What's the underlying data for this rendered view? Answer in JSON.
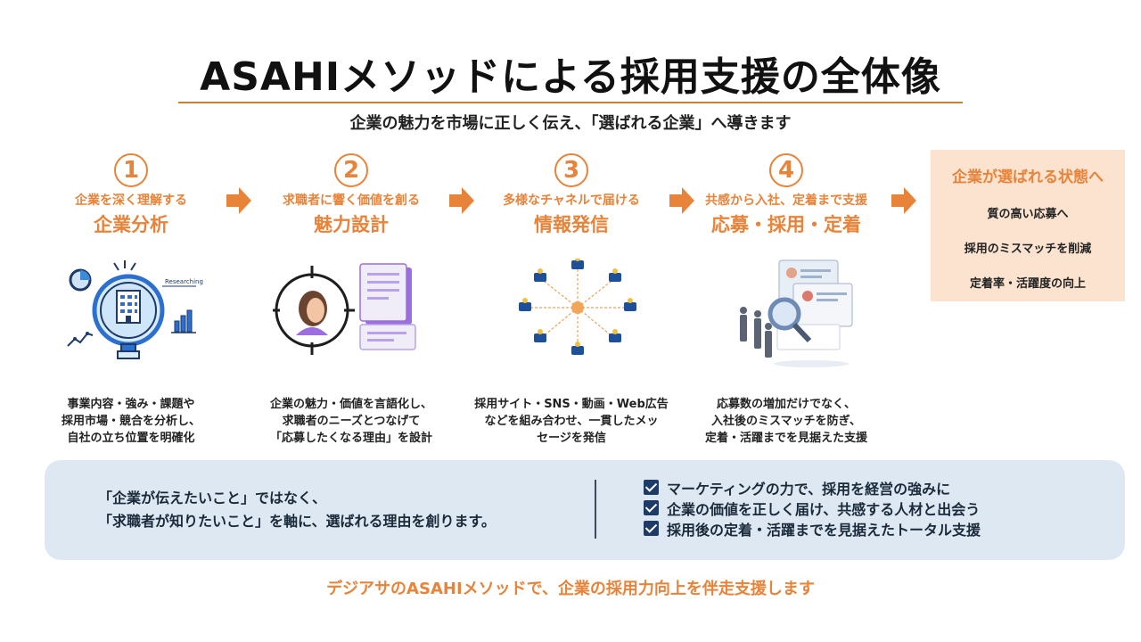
{
  "title": "ASAHIメソッドによる採用支援の全体像",
  "subtitle": "企業の魅力を市場に正しく伝え、「選ばれる企業」へ導きます",
  "steps": [
    {
      "num": "1",
      "lead": "企業を深く理解する",
      "head": "企業分析",
      "illustration_text": "Researching",
      "desc": [
        "事業内容・強み・課題や",
        "採用市場・競合を分析し、",
        "自社の立ち位置を明確化"
      ]
    },
    {
      "num": "2",
      "lead": "求職者に響く価値を創る",
      "head": "魅力設計",
      "desc": [
        "企業の魅力・価値を言語化し、",
        "求職者のニーズとつなげて",
        "「応募したくなる理由」を設計"
      ]
    },
    {
      "num": "3",
      "lead": "多様なチャネルで届ける",
      "head": "情報発信",
      "desc": [
        "採用サイト・SNS・動画・Web広告",
        "などを組み合わせ、一貫したメッ",
        "セージを発信"
      ]
    },
    {
      "num": "4",
      "lead": "共感から入社、定着まで支援",
      "head": "応募・採用・定着",
      "desc": [
        "応募数の増加だけでなく、",
        "入社後のミスマッチを防ぎ、",
        "定着・活躍までを見据えた支援"
      ]
    }
  ],
  "result": {
    "title": "企業が選ばれる状態へ",
    "items": [
      "質の高い応募へ",
      "採用のミスマッチを削減",
      "定着率・活躍度の向上"
    ]
  },
  "panel": {
    "left_lines": [
      "「企業が伝えたいこと」ではなく、",
      "「求職者が知りたいこと」を軸に、選ばれる理由を創ります。"
    ],
    "checks": [
      "マーケティングの力で、採用を経営の強みに",
      "企業の価値を正しく届け、共感する人材と出会う",
      "採用後の定着・活躍までを見据えたトータル支援"
    ]
  },
  "footer": "デジアサのASAHIメソッドで、企業の採用力向上を伴走支援します",
  "colors": {
    "accent": "#e8833a",
    "panel_bg": "#dde8f3",
    "result_bg": "#fbe3d0",
    "navy": "#1e3a66"
  }
}
